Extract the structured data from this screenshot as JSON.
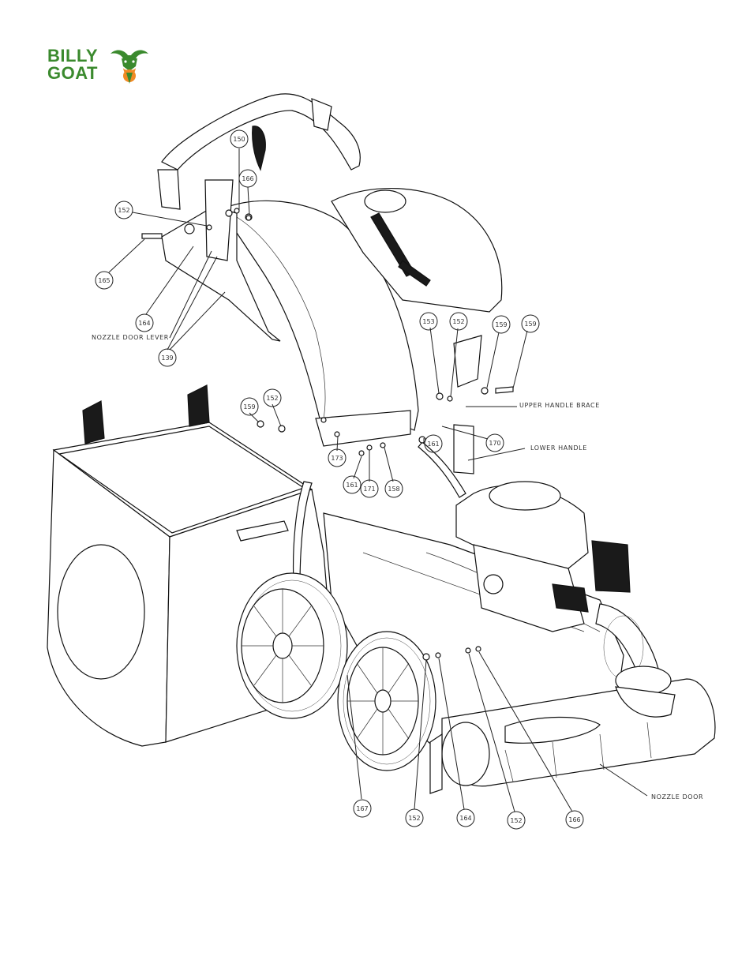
{
  "brand": {
    "line1": "BILLY",
    "line2": "GOAT",
    "registered": "®",
    "color": "#3b8a2e",
    "accent": "#f08a24"
  },
  "part_labels": {
    "nozzle_door_lever": "NOZZLE DOOR LEVER",
    "upper_handle_brace": "UPPER HANDLE BRACE",
    "lower_handle": "LOWER HANDLE",
    "nozzle_door": "NOZZLE DOOR"
  },
  "callouts": {
    "c150": "150",
    "c166a": "166",
    "c152a": "152",
    "c165": "165",
    "c164a": "164",
    "c139": "139",
    "c153": "153",
    "c152b": "152",
    "c159a": "159",
    "c159b": "159",
    "c159c": "159",
    "c152c": "152",
    "c170": "170",
    "c161a": "161",
    "c173": "173",
    "c161b": "161",
    "c171": "171",
    "c158": "158",
    "c167": "167",
    "c152d": "152",
    "c164b": "164",
    "c152e": "152",
    "c166b": "166"
  }
}
